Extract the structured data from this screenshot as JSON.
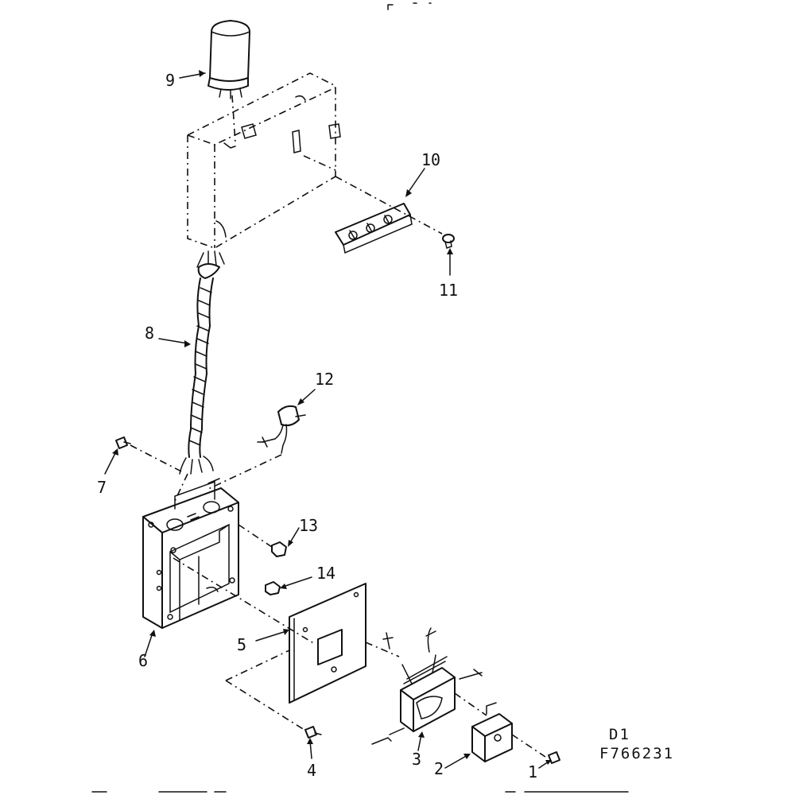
{
  "callouts": {
    "c1": "1",
    "c2": "2",
    "c3": "3",
    "c4": "4",
    "c5": "5",
    "c6": "6",
    "c7": "7",
    "c8": "8",
    "c9": "9",
    "c10": "10",
    "c11": "11",
    "c12": "12",
    "c13": "13",
    "c14": "14"
  },
  "diagram_code": {
    "line1": "D1",
    "line2": "F766231"
  }
}
